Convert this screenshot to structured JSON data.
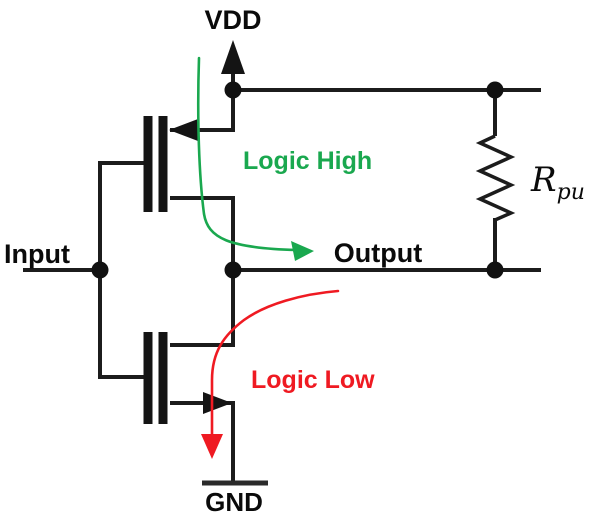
{
  "labels": {
    "vdd": "VDD",
    "input": "Input",
    "output": "Output",
    "gnd": "GND",
    "logic_high": "Logic High",
    "logic_low": "Logic Low",
    "resistor_name": "R",
    "resistor_subscript": "pu"
  },
  "colors": {
    "wire": "#1c1c1c",
    "label_ink": "#0a0a0a",
    "logic_high_green": "#1aa84f",
    "logic_low_red": "#ef1a22",
    "background": "#ffffff"
  }
}
